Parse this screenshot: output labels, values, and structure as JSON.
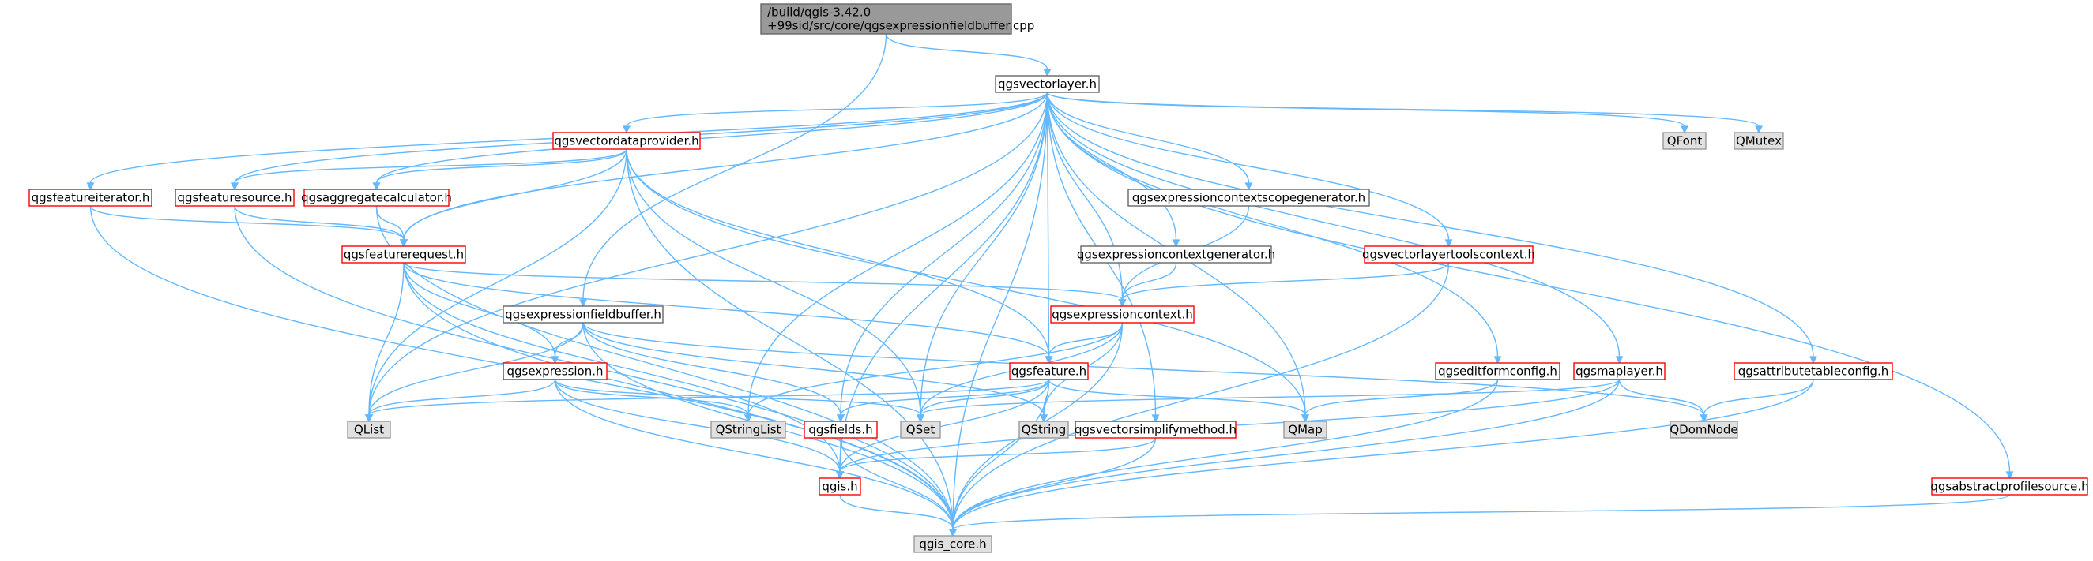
{
  "colors": {
    "edge": "#63b8ff",
    "node_border": "#ff0000",
    "plain_border": "#666666",
    "external_border": "#999999",
    "external_fill": "#e0e0e0",
    "root_fill": "#999999",
    "root_border": "#666666",
    "node_fill": "#ffffff",
    "text": "#000000"
  },
  "nodes": [
    {
      "id": "root",
      "lines": [
        "/build/qgis-3.42.0",
        "+99sid/src/core/qgsexpressionfieldbuffer.cpp"
      ],
      "kind": "root",
      "icon": "source-file"
    },
    {
      "id": "vectorlayer",
      "lines": [
        "qgsvectorlayer.h"
      ],
      "kind": "plain"
    },
    {
      "id": "vectordataprovider",
      "lines": [
        "qgsvectordataprovider.h"
      ],
      "kind": "red"
    },
    {
      "id": "qfont",
      "lines": [
        "QFont"
      ],
      "kind": "external"
    },
    {
      "id": "qmutex",
      "lines": [
        "QMutex"
      ],
      "kind": "external"
    },
    {
      "id": "featureiterator",
      "lines": [
        "qgsfeatureiterator.h"
      ],
      "kind": "red"
    },
    {
      "id": "featuresource",
      "lines": [
        "qgsfeaturesource.h"
      ],
      "kind": "red"
    },
    {
      "id": "aggregatecalculator",
      "lines": [
        "qgsaggregatecalculator.h"
      ],
      "kind": "red"
    },
    {
      "id": "exprctxscopegen",
      "lines": [
        "qgsexpressioncontextscopegenerator.h"
      ],
      "kind": "plain"
    },
    {
      "id": "featurerequest",
      "lines": [
        "qgsfeaturerequest.h"
      ],
      "kind": "red"
    },
    {
      "id": "exprctxgen",
      "lines": [
        "qgsexpressioncontextgenerator.h"
      ],
      "kind": "plain"
    },
    {
      "id": "vltoolscontext",
      "lines": [
        "qgsvectorlayertoolscontext.h"
      ],
      "kind": "red"
    },
    {
      "id": "exprfieldbuffer",
      "lines": [
        "qgsexpressionfieldbuffer.h"
      ],
      "kind": "plain"
    },
    {
      "id": "exprcontext",
      "lines": [
        "qgsexpressioncontext.h"
      ],
      "kind": "red"
    },
    {
      "id": "expression",
      "lines": [
        "qgsexpression.h"
      ],
      "kind": "red"
    },
    {
      "id": "feature",
      "lines": [
        "qgsfeature.h"
      ],
      "kind": "red"
    },
    {
      "id": "editformconfig",
      "lines": [
        "qgseditformconfig.h"
      ],
      "kind": "red"
    },
    {
      "id": "maplayer",
      "lines": [
        "qgsmaplayer.h"
      ],
      "kind": "red"
    },
    {
      "id": "attrtableconfig",
      "lines": [
        "qgsattributetableconfig.h"
      ],
      "kind": "red"
    },
    {
      "id": "qlist",
      "lines": [
        "QList"
      ],
      "kind": "external"
    },
    {
      "id": "qstringlist",
      "lines": [
        "QStringList"
      ],
      "kind": "external"
    },
    {
      "id": "fields",
      "lines": [
        "qgsfields.h"
      ],
      "kind": "red"
    },
    {
      "id": "qset",
      "lines": [
        "QSet"
      ],
      "kind": "external"
    },
    {
      "id": "qstring",
      "lines": [
        "QString"
      ],
      "kind": "external"
    },
    {
      "id": "simplifymethod",
      "lines": [
        "qgsvectorsimplifymethod.h"
      ],
      "kind": "red"
    },
    {
      "id": "qmap",
      "lines": [
        "QMap"
      ],
      "kind": "external"
    },
    {
      "id": "qdomnode",
      "lines": [
        "QDomNode"
      ],
      "kind": "external"
    },
    {
      "id": "qgis",
      "lines": [
        "qgis.h"
      ],
      "kind": "red"
    },
    {
      "id": "profilesource",
      "lines": [
        "qgsabstractprofilesource.h"
      ],
      "kind": "red"
    },
    {
      "id": "qgiscore",
      "lines": [
        "qgis_core.h"
      ],
      "kind": "external"
    }
  ],
  "edges": [
    [
      "root",
      "vectorlayer"
    ],
    [
      "root",
      "exprfieldbuffer"
    ],
    [
      "vectorlayer",
      "vectordataprovider"
    ],
    [
      "vectorlayer",
      "qfont"
    ],
    [
      "vectorlayer",
      "qmutex"
    ],
    [
      "vectorlayer",
      "featureiterator"
    ],
    [
      "vectorlayer",
      "featuresource"
    ],
    [
      "vectorlayer",
      "aggregatecalculator"
    ],
    [
      "vectorlayer",
      "featurerequest"
    ],
    [
      "vectorlayer",
      "exprctxscopegen"
    ],
    [
      "vectorlayer",
      "exprctxgen"
    ],
    [
      "vectorlayer",
      "vltoolscontext"
    ],
    [
      "vectorlayer",
      "exprcontext"
    ],
    [
      "vectorlayer",
      "feature"
    ],
    [
      "vectorlayer",
      "editformconfig"
    ],
    [
      "vectorlayer",
      "maplayer"
    ],
    [
      "vectorlayer",
      "attrtableconfig"
    ],
    [
      "vectorlayer",
      "qlist"
    ],
    [
      "vectorlayer",
      "qstringlist"
    ],
    [
      "vectorlayer",
      "fields"
    ],
    [
      "vectorlayer",
      "qset"
    ],
    [
      "vectorlayer",
      "simplifymethod"
    ],
    [
      "vectorlayer",
      "qmap"
    ],
    [
      "vectorlayer",
      "qgis"
    ],
    [
      "vectorlayer",
      "profilesource"
    ],
    [
      "vectorlayer",
      "qgiscore"
    ],
    [
      "vectordataprovider",
      "featuresource"
    ],
    [
      "vectordataprovider",
      "aggregatecalculator"
    ],
    [
      "vectordataprovider",
      "featurerequest"
    ],
    [
      "vectordataprovider",
      "feature"
    ],
    [
      "vectordataprovider",
      "qlist"
    ],
    [
      "vectordataprovider",
      "qset"
    ],
    [
      "vectordataprovider",
      "qmap"
    ],
    [
      "vectordataprovider",
      "qgiscore"
    ],
    [
      "featureiterator",
      "featurerequest"
    ],
    [
      "featureiterator",
      "qgiscore"
    ],
    [
      "featuresource",
      "featurerequest"
    ],
    [
      "featuresource",
      "qgiscore"
    ],
    [
      "aggregatecalculator",
      "featurerequest"
    ],
    [
      "aggregatecalculator",
      "qgiscore"
    ],
    [
      "exprctxscopegen",
      "exprcontext"
    ],
    [
      "exprctxgen",
      "exprcontext"
    ],
    [
      "vltoolscontext",
      "exprcontext"
    ],
    [
      "vltoolscontext",
      "qgiscore"
    ],
    [
      "featurerequest",
      "exprcontext"
    ],
    [
      "featurerequest",
      "expression"
    ],
    [
      "featurerequest",
      "feature"
    ],
    [
      "featurerequest",
      "qlist"
    ],
    [
      "featurerequest",
      "qgis"
    ],
    [
      "featurerequest",
      "qgiscore"
    ],
    [
      "exprfieldbuffer",
      "expression"
    ],
    [
      "exprfieldbuffer",
      "fields"
    ],
    [
      "exprfieldbuffer",
      "qlist"
    ],
    [
      "exprfieldbuffer",
      "qstring"
    ],
    [
      "exprfieldbuffer",
      "qdomnode"
    ],
    [
      "exprfieldbuffer",
      "qgiscore"
    ],
    [
      "exprcontext",
      "feature"
    ],
    [
      "exprcontext",
      "qstringlist"
    ],
    [
      "exprcontext",
      "qset"
    ],
    [
      "exprcontext",
      "qstring"
    ],
    [
      "exprcontext",
      "qgiscore"
    ],
    [
      "expression",
      "qlist"
    ],
    [
      "expression",
      "qstringlist"
    ],
    [
      "expression",
      "qset"
    ],
    [
      "expression",
      "qgis"
    ],
    [
      "expression",
      "qgiscore"
    ],
    [
      "feature",
      "fields"
    ],
    [
      "feature",
      "qlist"
    ],
    [
      "feature",
      "qset"
    ],
    [
      "feature",
      "qstring"
    ],
    [
      "feature",
      "qmap"
    ],
    [
      "feature",
      "qgis"
    ],
    [
      "feature",
      "qgiscore"
    ],
    [
      "editformconfig",
      "qmap"
    ],
    [
      "editformconfig",
      "qgiscore"
    ],
    [
      "maplayer",
      "qset"
    ],
    [
      "maplayer",
      "qdomnode"
    ],
    [
      "maplayer",
      "qgis"
    ],
    [
      "maplayer",
      "qgiscore"
    ],
    [
      "attrtableconfig",
      "qdomnode"
    ],
    [
      "attrtableconfig",
      "qgiscore"
    ],
    [
      "fields",
      "qgis"
    ],
    [
      "fields",
      "qgiscore"
    ],
    [
      "simplifymethod",
      "qgis"
    ],
    [
      "simplifymethod",
      "qgiscore"
    ],
    [
      "qgis",
      "qgiscore"
    ],
    [
      "profilesource",
      "qgiscore"
    ]
  ]
}
